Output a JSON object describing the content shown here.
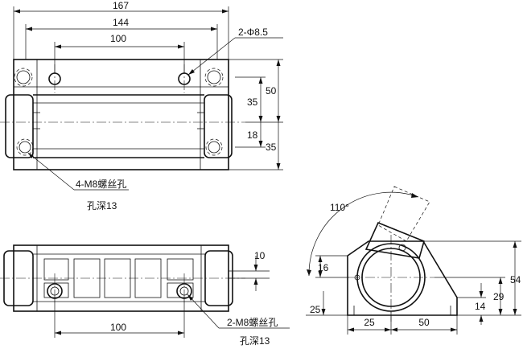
{
  "dimensions": {
    "overall_length": "167",
    "length_144": "144",
    "hole_pitch_top": "100",
    "through_hole": "2-Φ8.5",
    "height_50": "50",
    "height_35_upper": "35",
    "height_18": "18",
    "height_35_lower": "35",
    "tapped_holes_top": "4-M8螺丝孔",
    "tapped_depth_top": "孔深13",
    "offset_10": "10",
    "hole_pitch_bottom": "100",
    "tapped_holes_bottom": "2-M8螺丝孔",
    "tapped_depth_bottom": "孔深13",
    "angle": "110°",
    "side_16": "16",
    "side_25_height": "25",
    "side_54": "54",
    "side_29": "29",
    "side_14": "14",
    "side_25_width": "25",
    "side_50": "50"
  }
}
